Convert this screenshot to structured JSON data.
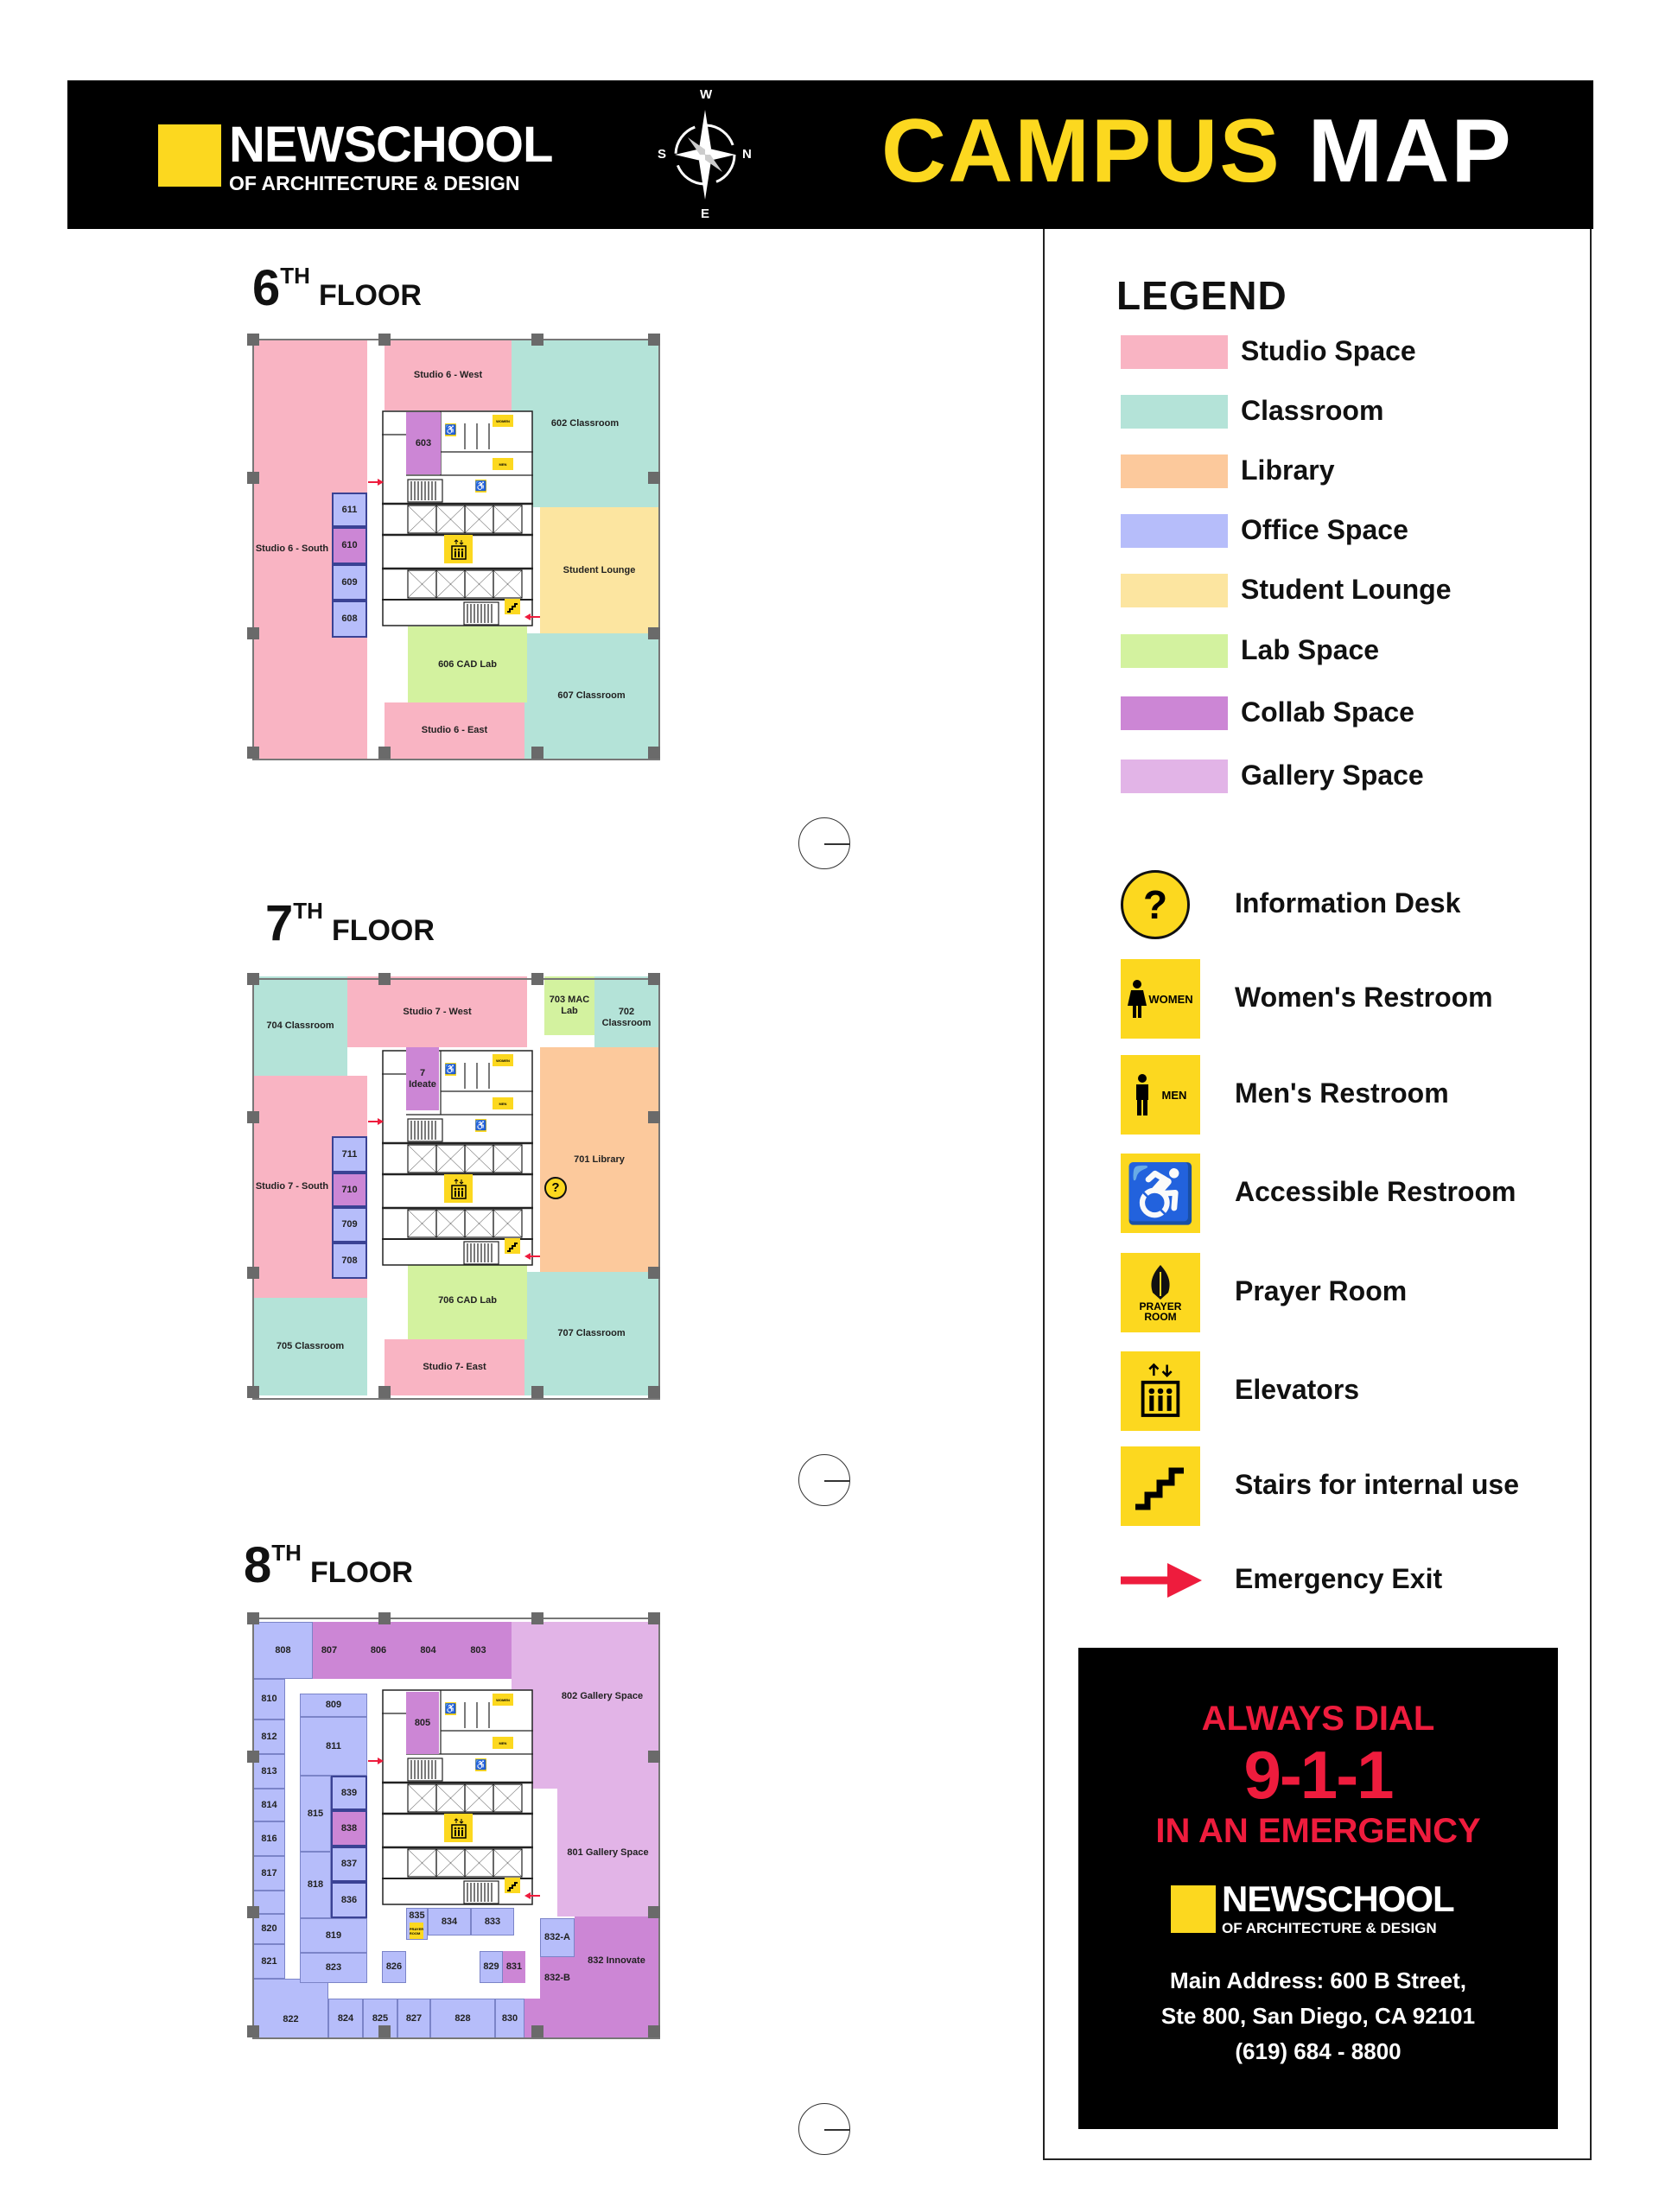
{
  "header": {
    "logo": {
      "name": "NEWSCHOOL",
      "subtitle": "OF ARCHITECTURE & DESIGN"
    },
    "compass": {
      "top": "W",
      "left": "S",
      "right": "N",
      "bottom": "E"
    },
    "title_accent": "CAMPUS",
    "title_rest": "MAP"
  },
  "colors": {
    "brand_yellow": "#fcd81f",
    "studio": "#f9b4c3",
    "classroom": "#b4e3d8",
    "library": "#fcc99c",
    "office": "#b6bdfa",
    "lounge": "#fce5a0",
    "lab": "#d3f29f",
    "collab": "#cc86d5",
    "gallery": "#e2b4e7",
    "emergency_red": "#ee1c3d"
  },
  "floors": {
    "f6": {
      "number": "6",
      "suffix": "TH",
      "label": "FLOOR",
      "rooms": {
        "south": "Studio 6 - South",
        "west": "Studio 6 - West",
        "c602": "602 Classroom",
        "lounge": "Student Lounge",
        "c607": "607 Classroom",
        "east": "Studio 6 - East",
        "cad": "606 CAD Lab",
        "r603": "603",
        "r611": "611",
        "r610": "610",
        "r609": "609",
        "r608": "608"
      }
    },
    "f7": {
      "number": "7",
      "suffix": "TH",
      "label": "FLOOR",
      "rooms": {
        "c704": "704 Classroom",
        "west": "Studio 7 - West",
        "mac": "703 MAC Lab",
        "c702": "702 Classroom",
        "south": "Studio 7 - South",
        "lib": "701 Library",
        "c707": "707 Classroom",
        "c705": "705 Classroom",
        "east": "Studio 7- East",
        "cad": "706 CAD Lab",
        "ideate": "7 Ideate",
        "r711": "711",
        "r710": "710",
        "r709": "709",
        "r708": "708"
      }
    },
    "f8": {
      "number": "8",
      "suffix": "TH",
      "label": "FLOOR",
      "rooms": {
        "r808": "808",
        "r807": "807",
        "r806": "806",
        "r804": "804",
        "r803": "803",
        "g802": "802 Gallery Space",
        "g801": "801 Gallery Space",
        "r810": "810",
        "r812": "812",
        "r813": "813",
        "r814": "814",
        "r816": "816",
        "r817": "817",
        "r820": "820",
        "r821": "821",
        "r822": "822",
        "r824": "824",
        "r825": "825",
        "r827": "827",
        "r828": "828",
        "r830": "830",
        "r832a": "832-A",
        "r832b": "832-B",
        "r832": "832 Innovate",
        "r809": "809",
        "r811": "811",
        "r815": "815",
        "r839": "839",
        "r838": "838",
        "r837": "837",
        "r836": "836",
        "r818": "818",
        "r819": "819",
        "r823": "823",
        "r826": "826",
        "r829": "829",
        "r831": "831",
        "r835": "835",
        "r834": "834",
        "r833": "833",
        "r805": "805"
      }
    }
  },
  "legend": {
    "title": "LEGEND",
    "spaces": [
      {
        "label": "Studio Space",
        "color": "#f9b4c3"
      },
      {
        "label": "Classroom",
        "color": "#b4e3d8"
      },
      {
        "label": "Library",
        "color": "#fcc99c"
      },
      {
        "label": "Office Space",
        "color": "#b6bdfa"
      },
      {
        "label": "Student Lounge",
        "color": "#fce5a0"
      },
      {
        "label": "Lab Space",
        "color": "#d3f29f"
      },
      {
        "label": "Collab Space",
        "color": "#cc86d5"
      },
      {
        "label": "Gallery Space",
        "color": "#e2b4e7"
      }
    ],
    "symbols": [
      {
        "icon": "info-desk-icon",
        "label": "Information Desk",
        "icon_text": "?"
      },
      {
        "icon": "womens-restroom-icon",
        "label": "Women's Restroom",
        "icon_text": "WOMEN"
      },
      {
        "icon": "mens-restroom-icon",
        "label": "Men's Restroom",
        "icon_text": "MEN"
      },
      {
        "icon": "accessible-restroom-icon",
        "label": "Accessible Restroom"
      },
      {
        "icon": "prayer-room-icon",
        "label": "Prayer Room",
        "icon_text": "PRAYER ROOM"
      },
      {
        "icon": "elevator-icon",
        "label": "Elevators"
      },
      {
        "icon": "stairs-icon",
        "label": "Stairs for internal use"
      },
      {
        "icon": "emergency-exit-arrow-icon",
        "label": "Emergency Exit"
      }
    ]
  },
  "emergency": {
    "line1": "ALWAYS DIAL",
    "number": "9-1-1",
    "line3": "IN AN EMERGENCY",
    "logo": {
      "name": "NEWSCHOOL",
      "subtitle": "OF ARCHITECTURE & DESIGN"
    },
    "address_line1": "Main Address: 600 B Street,",
    "address_line2": "Ste 800, San Diego, CA 92101",
    "phone": "(619) 684 - 8800"
  }
}
